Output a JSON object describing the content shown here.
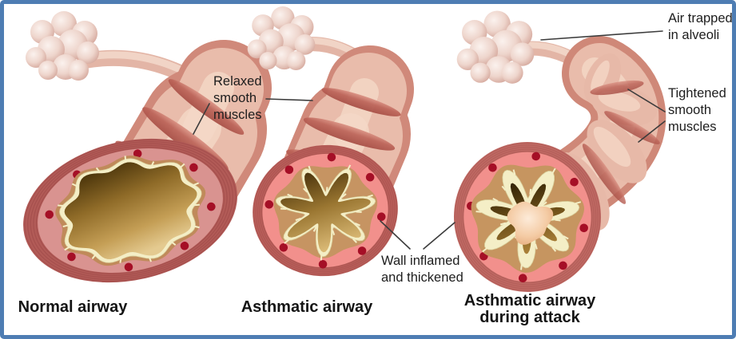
{
  "panels": [
    {
      "id": "normal",
      "caption": "Normal airway"
    },
    {
      "id": "asthmatic",
      "caption": "Asthmatic airway"
    },
    {
      "id": "attack",
      "caption": "Asthmatic airway during attack",
      "caption_lines": [
        "Asthmatic airway",
        "during attack"
      ]
    }
  ],
  "callouts": [
    {
      "id": "relaxed",
      "text": "Relaxed smooth muscles",
      "lines": [
        "Relaxed",
        "smooth",
        "muscles"
      ],
      "points_to": [
        "normal",
        "asthmatic"
      ]
    },
    {
      "id": "air_trapped",
      "text": "Air trapped in alveoli",
      "lines": [
        "Air trapped",
        "in alveoli"
      ],
      "points_to": [
        "attack"
      ]
    },
    {
      "id": "tightened",
      "text": "Tightened smooth muscles",
      "lines": [
        "Tightened",
        "smooth",
        "muscles"
      ],
      "points_to": [
        "attack"
      ]
    },
    {
      "id": "wall_inflamed",
      "text": "Wall inflamed and thickened",
      "lines": [
        "Wall inflamed",
        "and thickened"
      ],
      "points_to": [
        "asthmatic",
        "attack"
      ]
    }
  ],
  "colors": {
    "frame_border": "#4e7db3",
    "background": "#ffffff",
    "label_text": "#1d1d1d",
    "leader_line": "#3c3c3c",
    "airway_outer_pink": "#e9bcab",
    "airway_edge_pink": "#d0897a",
    "airway_sheen": "#f4d8c7",
    "muscle_band_red": "#bb6257",
    "wall_rim": "#b25b57",
    "wall_normal": "#d99390",
    "wall_inflamed": "#f2908c",
    "mucosa_tan": "#c69462",
    "epithelium_cream": "#f4eec6",
    "lumen_gold": "#c49e55",
    "lumen_dark": "#402c06",
    "blood_vessel_dot": "#a50f26",
    "alveoli_pink": "#eed5cc",
    "mucus_plug_peach": "#f4cba4"
  }
}
